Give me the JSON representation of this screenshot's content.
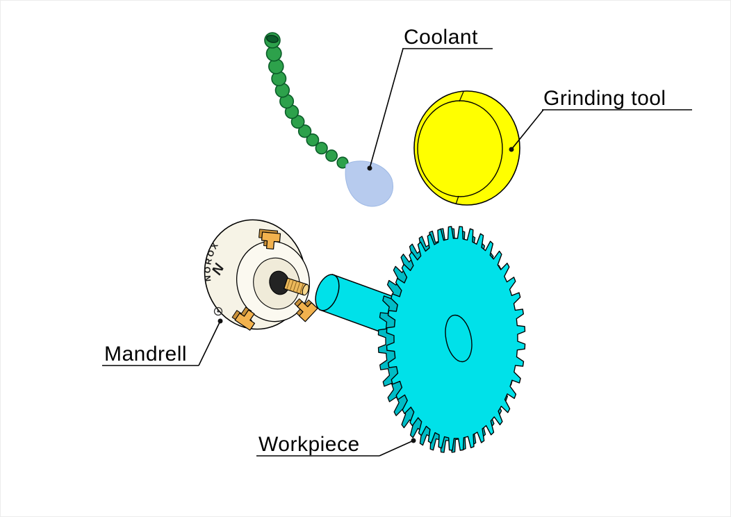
{
  "diagram": {
    "labels": {
      "coolant": "Coolant",
      "grinding_tool": "Grinding tool",
      "mandrel": "Mandrell",
      "workpiece": "Workpiece"
    },
    "chuck": {
      "logo": "N",
      "brand": "NOROX"
    },
    "colors": {
      "hose_green": "#2da14b",
      "hose_outline": "#0a5c28",
      "nozzle_dark_green": "#0b5e2b",
      "coolant_blue": "#b7cbee",
      "grinding_yellow": "#ffff00",
      "workpiece_cyan": "#00e1e9",
      "workpiece_side": "#00bcc6",
      "chuck_ivory": "#f6f3e6",
      "chuck_face": "#fbf9f0",
      "jaw_orange": "#f2b24e",
      "jaw_shadow": "#c9913a",
      "screw_gold": "#ecb95b",
      "outline": "#000000"
    }
  }
}
